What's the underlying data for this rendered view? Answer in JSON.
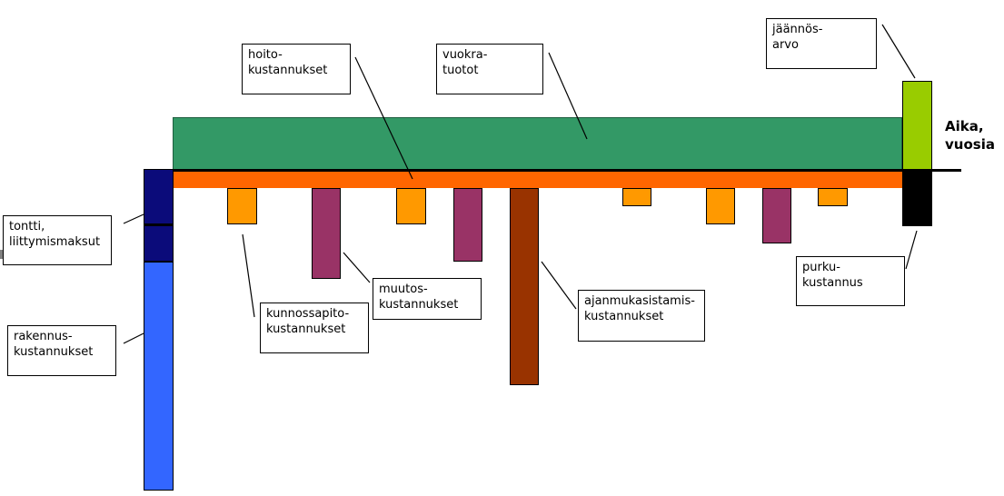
{
  "labels": {
    "tontti": "tontti,\nliittymismaksut",
    "rakennus": "rakennus-\nkustannukset",
    "hoito": "hoito-\nkustannukset",
    "vuokra": "vuokra-\ntuotot",
    "kunnossapito": "kunnossapito-\nkustannukset",
    "muutos": "muutos-\nkustannukset",
    "ajanmukaistamis": "ajanmukasistamis-\nkustannukset",
    "jaannos": "jäännös-\narvo",
    "purku": "purku-\nkustannus"
  },
  "axis": {
    "label": "Aika,\nvuosia"
  },
  "colors": {
    "tontti": "#0b0b7a",
    "rakennus": "#3366ff",
    "hoito": "#ff6600",
    "vuokra": "#339966",
    "kunnossapito": "#ff9900",
    "muutos": "#993366",
    "ajanmukaistamis": "#993300",
    "jaannos": "#99cc00",
    "purku": "#000000"
  }
}
